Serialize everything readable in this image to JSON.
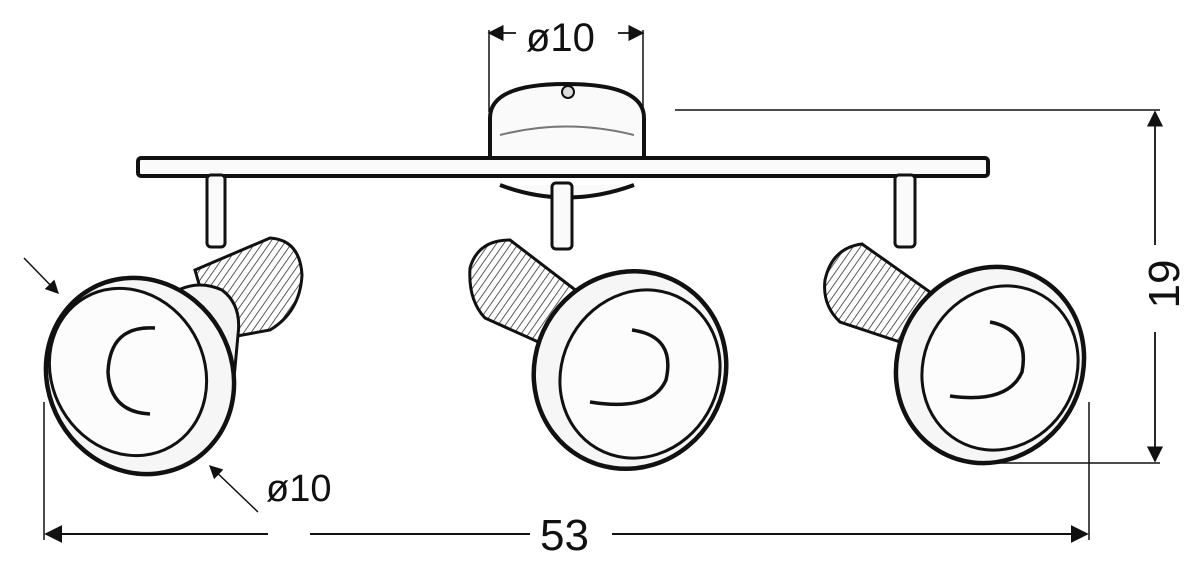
{
  "diagram": {
    "subject": "Three-spot ceiling light bar with cylindrical ceiling canopy and three adjustable bell-shaped spotlights with wood-grain holders",
    "stroke_color": "#111111",
    "background_color": "#ffffff",
    "components": [
      {
        "name": "ceiling-canopy",
        "shape": "cylinder",
        "position": "top-center"
      },
      {
        "name": "mounting-bar",
        "shape": "horizontal rod"
      },
      {
        "name": "spotlight-left",
        "position": "left"
      },
      {
        "name": "spotlight-center",
        "position": "center"
      },
      {
        "name": "spotlight-right",
        "position": "right"
      }
    ],
    "dimensions": {
      "canopy_diameter": "ø10",
      "shade_diameter": "ø10",
      "overall_width": "53",
      "overall_height": "19"
    }
  }
}
